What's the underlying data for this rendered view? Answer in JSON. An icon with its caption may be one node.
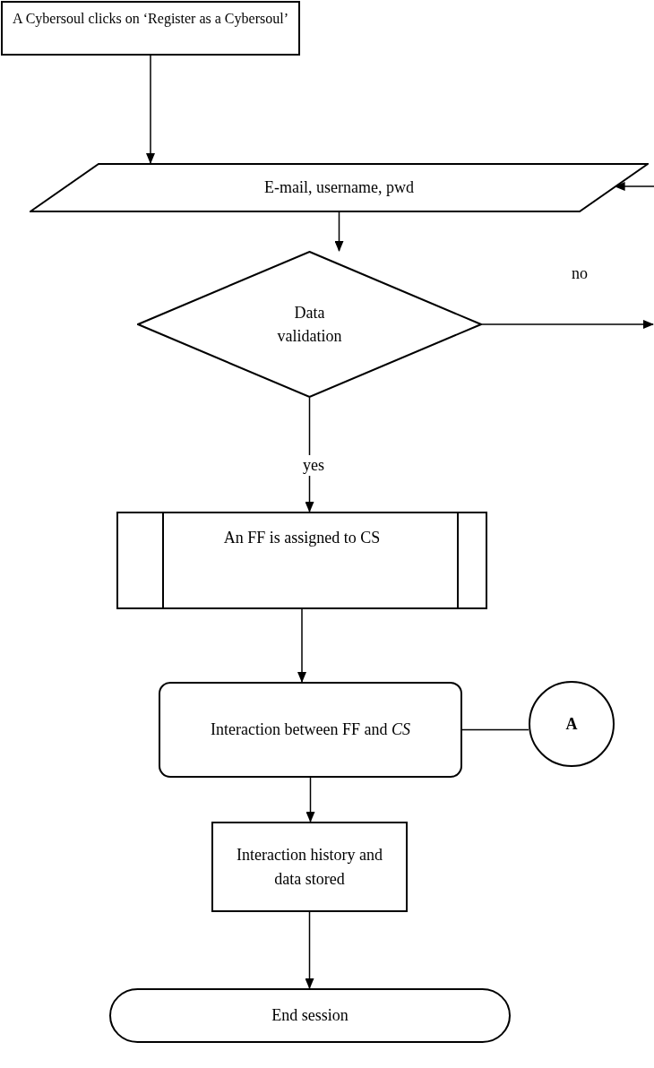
{
  "diagram": {
    "nodes": [
      {
        "text": [
          "A Cybersoul clicks on ‘Register as a Cybersoul’"
        ]
      },
      {
        "text": [
          "E-mail, username, pwd"
        ]
      },
      {
        "text": [
          "Data validation"
        ]
      },
      {
        "text": [
          "An FF is assigned to CS"
        ]
      },
      {
        "text": [
          "Interaction between FF and *CS*"
        ]
      },
      {
        "text": [
          "A"
        ]
      },
      {
        "text": [
          "Interaction history and data stored"
        ]
      },
      {
        "text": [
          "End session"
        ]
      }
    ],
    "edges": [
      {
        "from": 0,
        "to": 1,
        "arrow": "to"
      },
      {
        "from": 1,
        "to": 2,
        "arrow": "to"
      },
      {
        "from": 2,
        "to": 3,
        "arrow": "to",
        "label": "yes"
      },
      {
        "from": 3,
        "to": 4,
        "arrow": "to"
      },
      {
        "from": 4,
        "to": 5,
        "arrow": "none"
      },
      {
        "from": 4,
        "to": 6,
        "arrow": "to"
      },
      {
        "from": 6,
        "to": 7,
        "arrow": "to"
      },
      {
        "from": null,
        "to": 1,
        "arrow": "to"
      },
      {
        "from": 2,
        "to": null,
        "arrow": "to",
        "label": "no"
      }
    ]
  }
}
